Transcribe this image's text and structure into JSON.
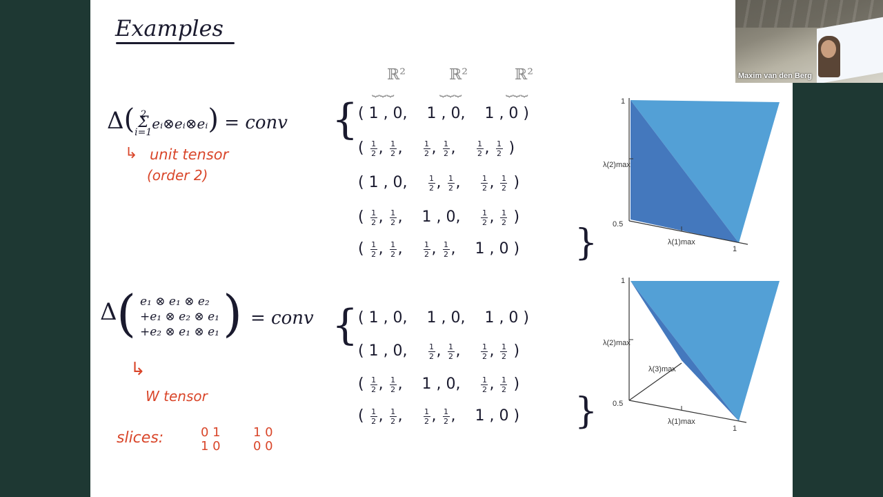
{
  "slide": {
    "title": "Examples",
    "example1": {
      "lhs": "Δ( Σ eᵢ⊗eᵢ⊗eᵢ ) = conv",
      "sum_top": "2",
      "sum_bottom": "i=1",
      "note_arrow": "↳",
      "note_line1": "unit tensor",
      "note_line2": "(order 2)"
    },
    "example2": {
      "lhs_line1": "e₁ ⊗ e₁ ⊗ e₂",
      "lhs_line2": "+e₁ ⊗ e₂ ⊗ e₁",
      "lhs_line3": "+e₂ ⊗ e₁ ⊗ e₁",
      "conv": "= conv",
      "note": "W tensor",
      "slices_label": "slices:",
      "slice1_row1": "0 1",
      "slice1_row2": "1 0",
      "slice2_row1": "1 0",
      "slice2_row2": "0 0"
    },
    "space_labels": [
      "ℝ²",
      "ℝ²",
      "ℝ²"
    ],
    "plot1": {
      "y_label": "λ(2)max",
      "x_label": "λ(1)max",
      "y_top": "1",
      "y_bottom": "0.5",
      "x_right": "1"
    },
    "plot2": {
      "y_label": "λ(2)max",
      "x_label": "λ(1)max",
      "z_label": "λ(3)max",
      "y_top": "1",
      "y_bottom": "0.5",
      "x_right": "1"
    }
  },
  "video": {
    "participant_name": "Maxim van den Berg"
  },
  "colors": {
    "background": "#1e3833",
    "slide": "#ffffff",
    "ink": "#1a1a2e",
    "accent": "#d9462a",
    "plot_light": "#53a0d6",
    "plot_dark": "#4478bd"
  }
}
